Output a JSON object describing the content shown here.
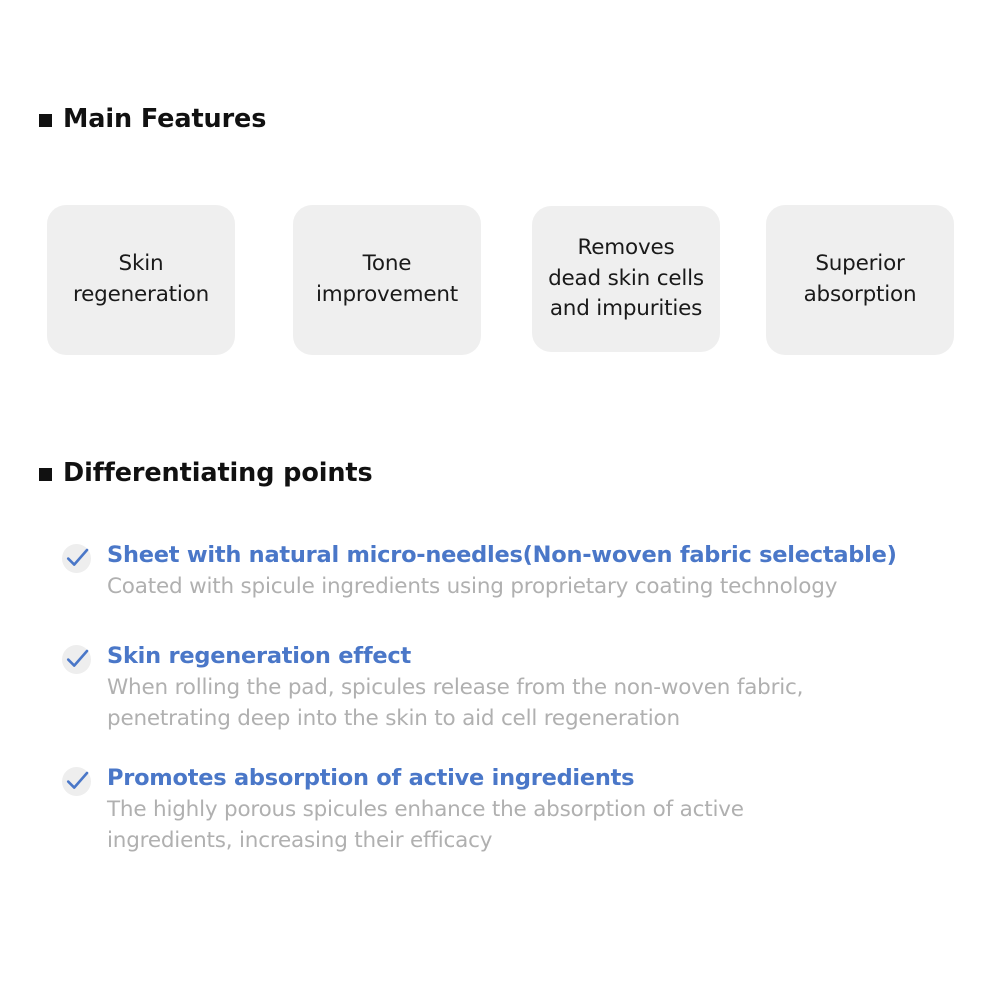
{
  "document": {
    "background_color": "#ffffff",
    "accent_blue": "#4a77c8",
    "muted_gray": "#b0b0b0",
    "box_fill": "#efefef",
    "bullet_color": "#111111"
  },
  "sections": {
    "main_features": {
      "heading": "Main Features",
      "bullet_icon": "black-square-bullet-icon",
      "boxes": [
        {
          "label": "Skin\nregeneration"
        },
        {
          "label": "Tone\nimprovement"
        },
        {
          "label": "Removes\ndead skin cells\nand impurities"
        },
        {
          "label": "Superior\nabsorption"
        }
      ]
    },
    "differentiating_points": {
      "heading": "Differentiating points",
      "bullet_icon": "black-square-bullet-icon",
      "items": [
        {
          "check_icon": "check-circle-icon",
          "title": "Sheet with natural micro-needles(Non-woven fabric selectable)",
          "description": "Coated with spicule ingredients using proprietary coating technology"
        },
        {
          "check_icon": "check-circle-icon",
          "title": "Skin regeneration effect",
          "description": "When rolling the pad, spicules release from the non-woven fabric,\npenetrating deep into the skin to aid cell regeneration"
        },
        {
          "check_icon": "check-circle-icon",
          "title": "Promotes absorption of active ingredients",
          "description": "The highly porous spicules enhance the absorption of active\ningredients, increasing their efficacy"
        }
      ]
    }
  }
}
